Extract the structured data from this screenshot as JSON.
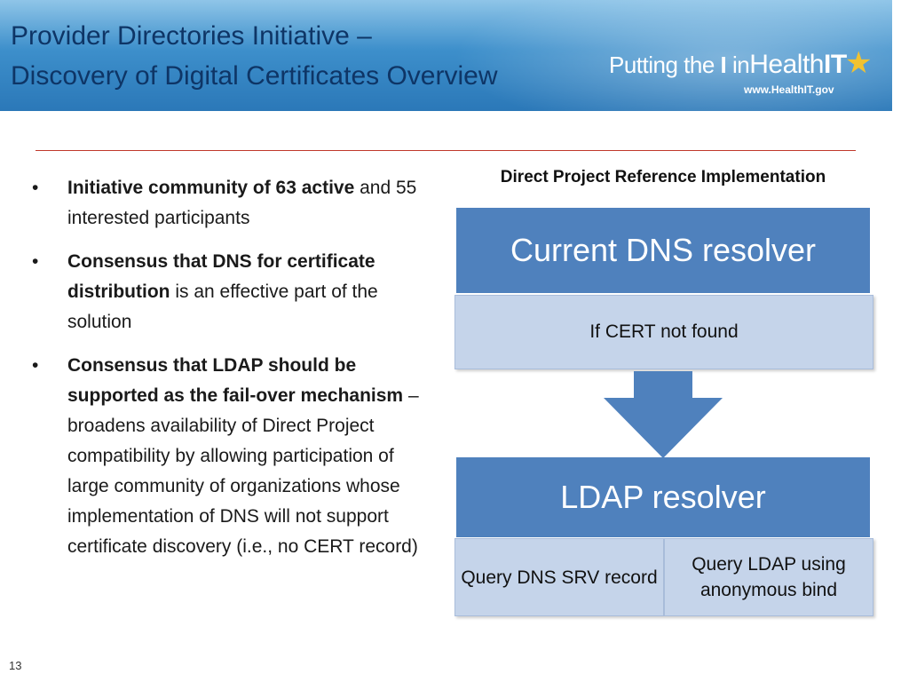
{
  "header": {
    "title_line1": "Provider Directories Initiative –",
    "title_line2": "Discovery of Digital Certificates Overview",
    "logo": {
      "putting": "Putting the",
      "i": "I",
      "in": "in",
      "health": "Health",
      "it": "IT",
      "url": "www.HealthIT.gov"
    }
  },
  "bullets": [
    {
      "bold": "Initiative community of 63 active",
      "text": " and 55 interested participants"
    },
    {
      "bold": "Consensus that DNS for certificate distribution",
      "text": " is an effective part of the solution"
    },
    {
      "bold": "Consensus that LDAP should be supported as the fail-over mechanism",
      "text": " – broadens availability of Direct Project compatibility by allowing participation of large community of organizations whose implementation of DNS will not support certificate discovery (i.e., no CERT record)"
    }
  ],
  "diagram": {
    "title": "Direct Project Reference Implementation",
    "dns_header": "Current DNS resolver",
    "dns_sub": "If CERT not found",
    "ldap_header": "LDAP resolver",
    "ldap_sub1": "Query DNS SRV record",
    "ldap_sub2": "Query LDAP using anonymous bind"
  },
  "page_number": "13",
  "colors": {
    "box_dark": "#4f81bd",
    "box_light": "#c5d4ea",
    "divider": "#c0392b",
    "title": "#0e3566"
  }
}
